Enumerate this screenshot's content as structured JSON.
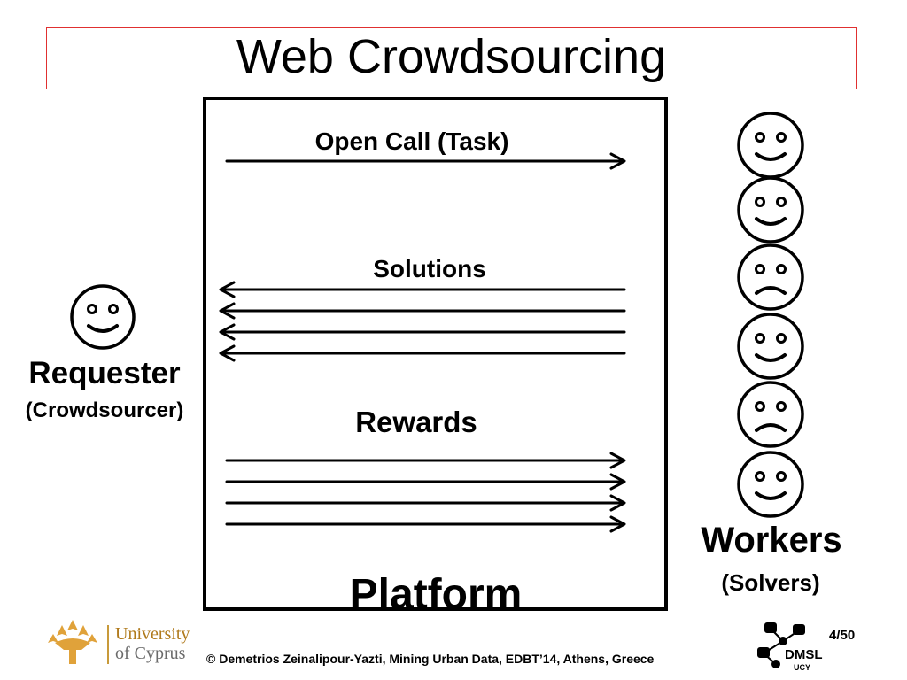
{
  "slide": {
    "title": "Web Crowdsourcing",
    "page_number": "4/50"
  },
  "diagram": {
    "platform_label": "Platform",
    "open_call_label": "Open Call (Task)",
    "solutions_label": "Solutions",
    "rewards_label": "Rewards",
    "requester": {
      "label": "Requester",
      "sublabel": "(Crowdsourcer)"
    },
    "workers": {
      "label": "Workers",
      "sublabel": "(Solvers)",
      "faces": [
        "happy",
        "happy",
        "sad",
        "happy",
        "sad",
        "happy"
      ]
    },
    "solution_arrows": 4,
    "reward_arrows": 4
  },
  "footer": {
    "credit": "© Demetrios Zeinalipour-Yazti, Mining Urban Data,  EDBT’14, Athens, Greece",
    "university_line1": "University",
    "university_line2": "of Cyprus",
    "lab_logo_text": "DMSL",
    "lab_logo_subtext": "UCY"
  },
  "colors": {
    "title_border": "#e03030",
    "university_gold": "#b07a1c",
    "university_grey": "#6b6b6b"
  }
}
